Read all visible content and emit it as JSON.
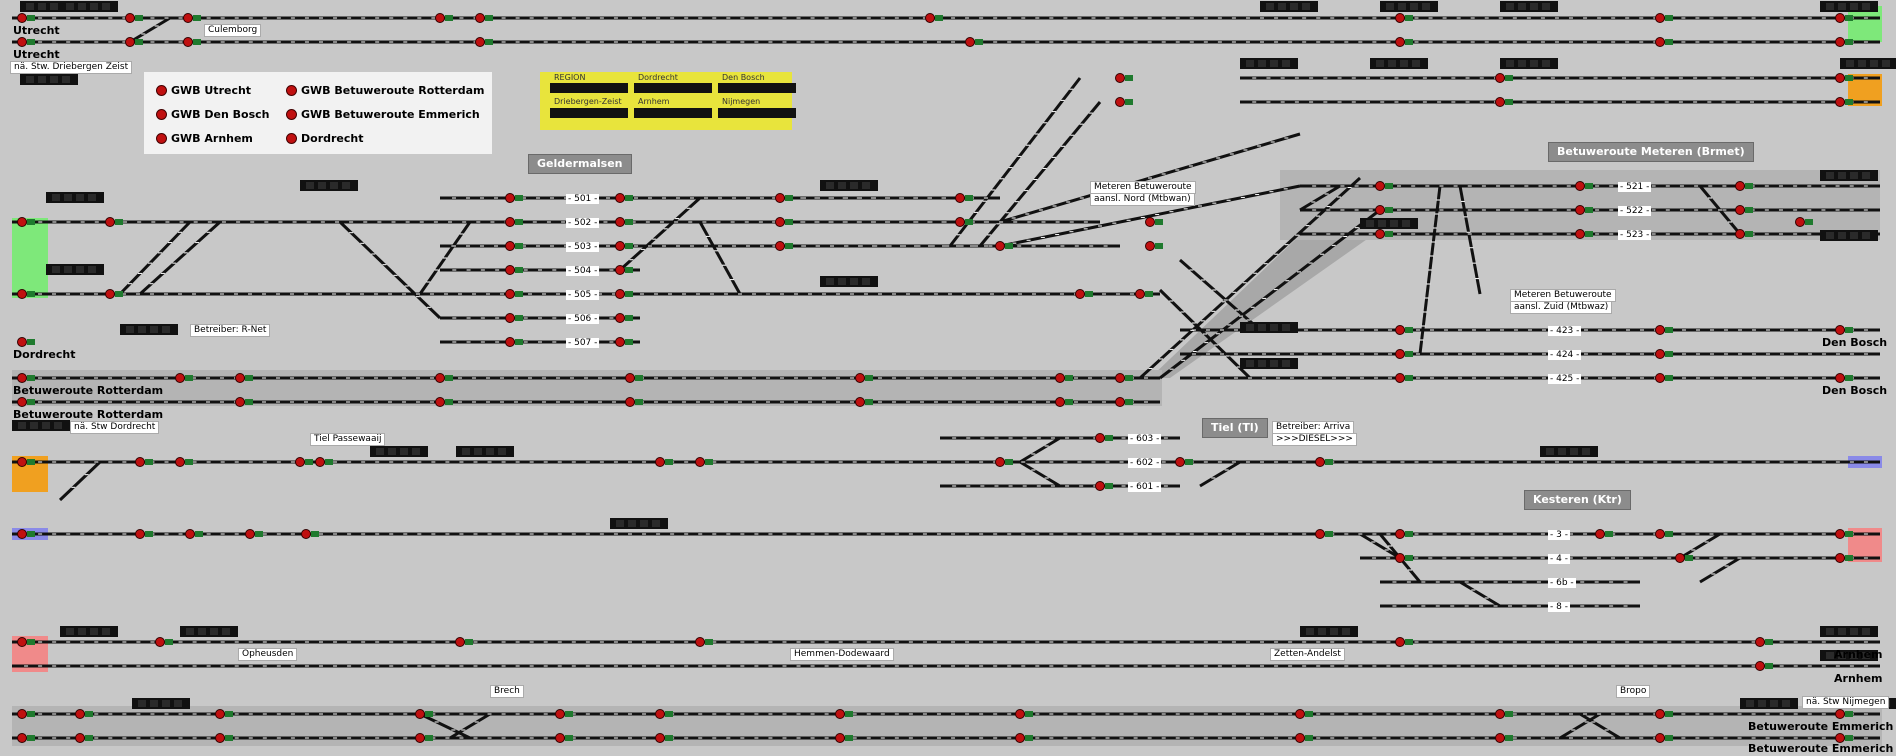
{
  "colors": {
    "background": "#c8c8c8",
    "track": "#111111",
    "signal_red": "#c01010",
    "signal_green": "#1f7a2e",
    "green_area": "#7ee87a",
    "orange_area": "#f0a020",
    "pink_area": "#f08a8a",
    "blue_area": "#8a8ae8",
    "legend_bg": "#f2f2f2",
    "region_bg": "#e8e43c"
  },
  "edge_labels": {
    "utrecht_1": "Utrecht",
    "utrecht_2": "Utrecht",
    "driebergen": "nä. Stw. Driebergen Zeist",
    "dordrecht": "Dordrecht",
    "bw_rotterdam_1": "Betuweroute Rotterdam",
    "bw_rotterdam_2": "Betuweroute Rotterdam",
    "stw_dordrecht": "nä. Stw Dordrecht",
    "den_bosch_1": "Den Bosch",
    "den_bosch_2": "Den Bosch",
    "arnhem_1": "Arnhem",
    "arnhem_2": "Arnhem",
    "stw_nijmegen": "nä. Stw Nijmegen",
    "bw_emmerich_1": "Betuweroute Emmerich",
    "bw_emmerich_2": "Betuweroute Emmerich"
  },
  "legend": {
    "items": [
      "GWB Utrecht",
      "GWB Betuweroute Rotterdam",
      "GWB Den Bosch",
      "GWB Betuweroute Emmerich",
      "GWB Arnhem",
      "Dordrecht"
    ]
  },
  "region_panel": {
    "labels": [
      "REGION",
      "Dordrecht",
      "Den Bosch",
      "Driebergen-Zeist",
      "Arnhem",
      "Nijmegen"
    ]
  },
  "stations": {
    "geldermalsen": "Geldermalsen",
    "meteren": "Betuweroute Meteren (Brmet)",
    "tiel": "Tiel (Tl)",
    "kesteren": "Kesteren (Ktr)"
  },
  "texts": {
    "culemborg": "Culemborg",
    "betreiber_rnet": "Betreiber: R-Net",
    "tiel_passewaaij": "Tiel Passewaaij",
    "meteren_nord_1": "Meteren Betuweroute",
    "meteren_nord_2": "aansl. Nord (Mtbwan)",
    "meteren_zuid_1": "Meteren Betuweroute",
    "meteren_zuid_2": "aansl. Zuid (Mtbwaz)",
    "betreiber_arriva": "Betreiber: Arriva",
    "diesel": ">>>DIESEL>>>",
    "opheusden": "Opheusden",
    "hemmen": "Hemmen-Dodewaard",
    "zetten": "Zetten-Andelst",
    "brech": "Brech",
    "bropo": "Bropo"
  },
  "track_numbers": {
    "geldermalsen": [
      "- 501 -",
      "- 502 -",
      "- 503 -",
      "- 504 -",
      "- 505 -",
      "- 506 -",
      "- 507 -"
    ],
    "meteren": [
      "- 521 -",
      "- 522 -",
      "- 523 -"
    ],
    "den_bosch_tracks": [
      "- 423 -",
      "- 424 -",
      "- 425 -"
    ],
    "tiel": [
      "- 603 -",
      "- 602 -",
      "- 601 -"
    ],
    "kesteren": [
      "- 3 -",
      "- 4 -",
      "- 6b -",
      "- 8 -"
    ]
  }
}
